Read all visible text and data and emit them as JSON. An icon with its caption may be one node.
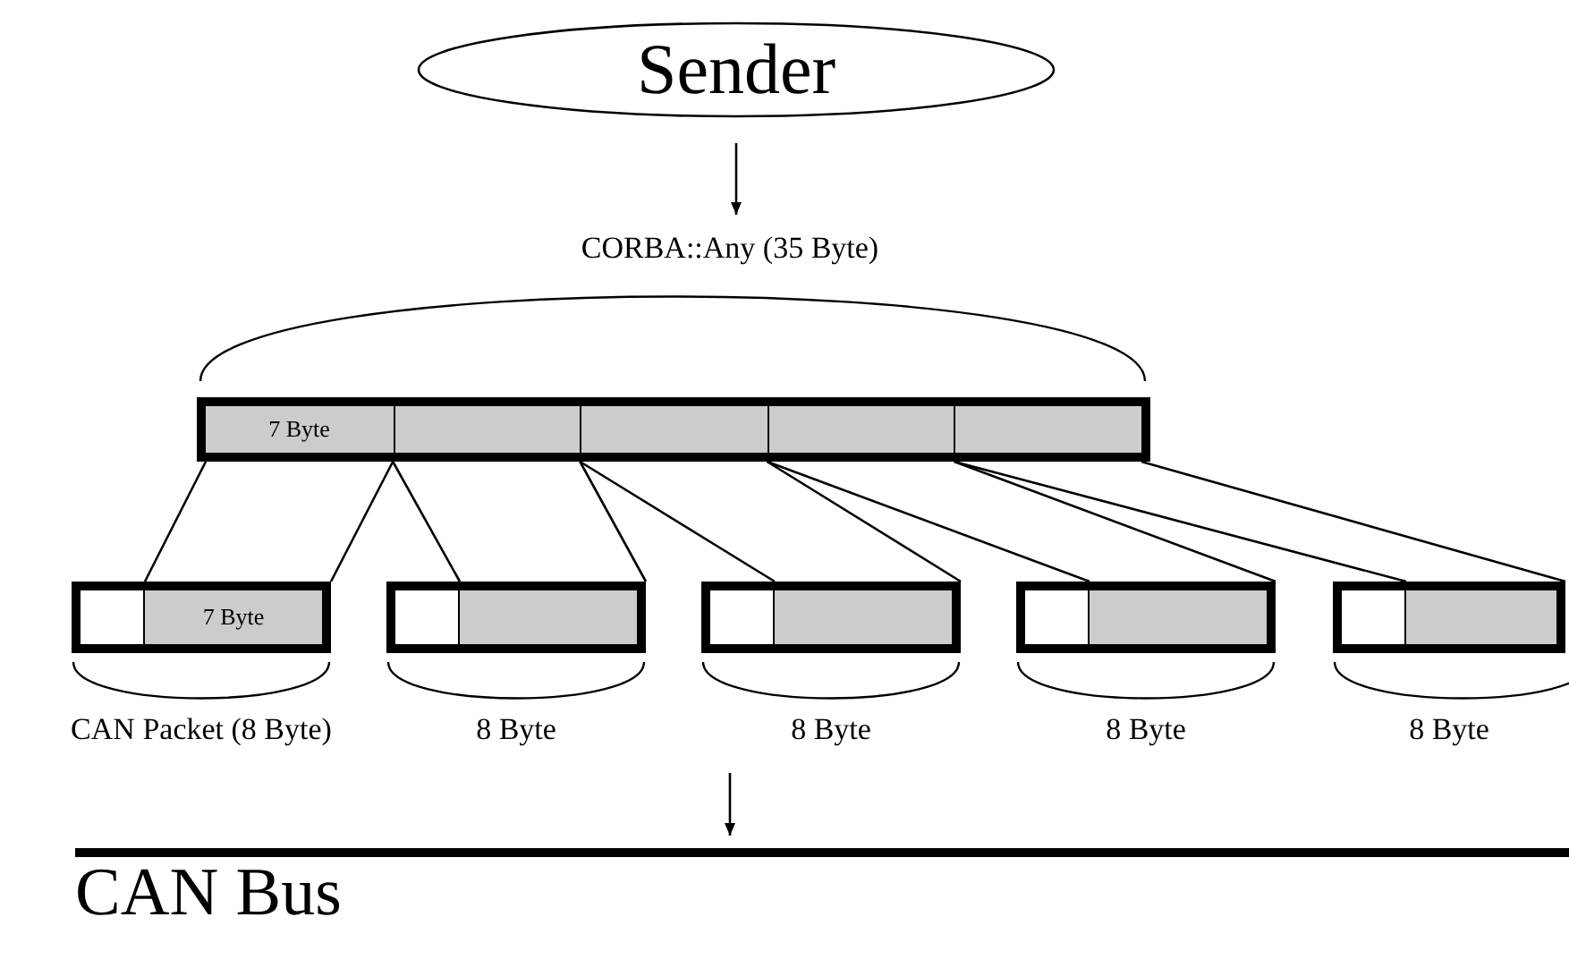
{
  "diagram": {
    "nodes": [
      {
        "text": [
          "Sender"
        ]
      },
      {
        "text": [
          "CORBA::Any (35 Byte)"
        ]
      },
      {
        "text": [],
        "shape": "bar"
      },
      {
        "text": [
          "7 Byte"
        ],
        "in": 2
      },
      {
        "text": [],
        "shape": "box",
        "in": 2
      },
      {
        "text": [],
        "shape": "box",
        "in": 2
      },
      {
        "text": [],
        "shape": "box",
        "in": 2
      },
      {
        "text": [],
        "shape": "box",
        "in": 2
      },
      {
        "text": [],
        "shape": "bar",
        "beside": [
          "CAN Packet (8 Byte)"
        ]
      },
      {
        "text": [],
        "shape": "box",
        "in": 8
      },
      {
        "text": [
          "7 Byte"
        ],
        "in": 8
      },
      {
        "text": [],
        "shape": "bar",
        "beside": [
          "8 Byte"
        ]
      },
      {
        "text": [],
        "shape": "box",
        "in": 11
      },
      {
        "text": [],
        "shape": "box",
        "in": 11
      },
      {
        "text": [],
        "shape": "bar",
        "beside": [
          "8 Byte"
        ]
      },
      {
        "text": [],
        "shape": "box",
        "in": 14
      },
      {
        "text": [],
        "shape": "box",
        "in": 14
      },
      {
        "text": [],
        "shape": "bar",
        "beside": [
          "8 Byte"
        ]
      },
      {
        "text": [],
        "shape": "box",
        "in": 17
      },
      {
        "text": [],
        "shape": "box",
        "in": 17
      },
      {
        "text": [],
        "shape": "bar",
        "beside": [
          "8 Byte"
        ]
      },
      {
        "text": [],
        "shape": "box",
        "in": 20
      },
      {
        "text": [],
        "shape": "box",
        "in": 20
      },
      {
        "text": [
          "CAN Bus"
        ]
      }
    ],
    "edges": [
      {
        "from": 0,
        "to": 1,
        "arrow": "to"
      },
      {
        "from": 3,
        "to": 10,
        "arrow": "none"
      },
      {
        "from": 3,
        "to": 10,
        "arrow": "none"
      },
      {
        "from": 4,
        "to": 13,
        "arrow": "none"
      },
      {
        "from": 4,
        "to": 13,
        "arrow": "none"
      },
      {
        "from": 5,
        "to": 16,
        "arrow": "none"
      },
      {
        "from": 5,
        "to": 16,
        "arrow": "none"
      },
      {
        "from": 6,
        "to": 19,
        "arrow": "none"
      },
      {
        "from": 6,
        "to": 19,
        "arrow": "none"
      },
      {
        "from": 7,
        "to": 22,
        "arrow": "none"
      },
      {
        "from": 7,
        "to": 22,
        "arrow": "none"
      },
      {
        "from": null,
        "to": 23,
        "arrow": "to"
      }
    ]
  }
}
